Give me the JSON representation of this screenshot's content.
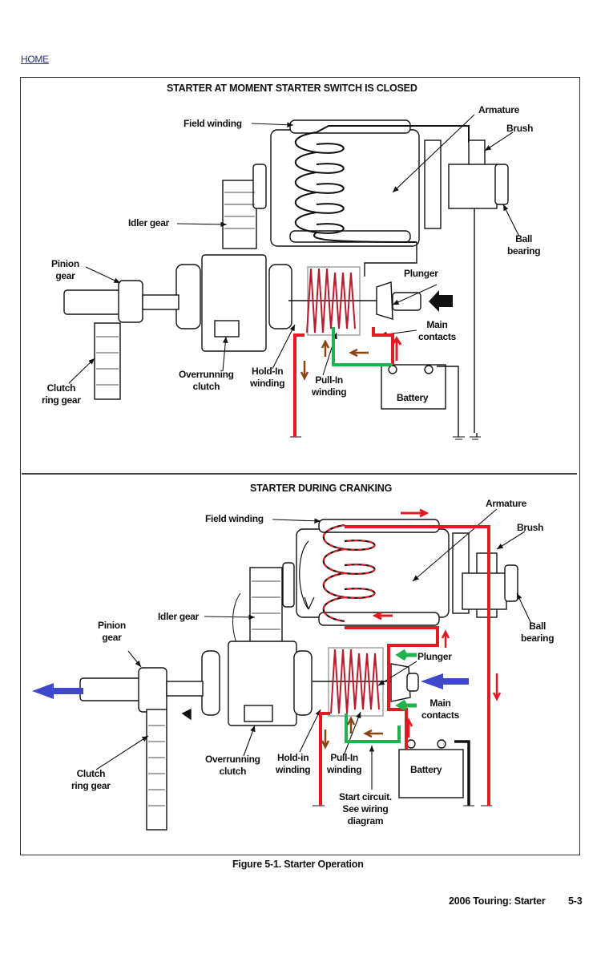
{
  "nav": {
    "home_link": "HOME"
  },
  "colors": {
    "current_path": "#e01b24",
    "pull_in_path": "#22b14c",
    "motion_arrow": "#3f48cc",
    "flow_arrow": "#8b4513",
    "line_art": "#111111"
  },
  "panels": [
    {
      "title": "STARTER AT MOMENT STARTER SWITCH IS CLOSED",
      "labels": {
        "field_winding": "Field winding",
        "armature": "Armature",
        "brush": "Brush",
        "ball_bearing_1": "Ball",
        "ball_bearing_2": "bearing",
        "idler_gear": "Idler gear",
        "pinion_gear_1": "Pinion",
        "pinion_gear_2": "gear",
        "plunger": "Plunger",
        "main_contacts_1": "Main",
        "main_contacts_2": "contacts",
        "overrunning_clutch_1": "Overrunning",
        "overrunning_clutch_2": "clutch",
        "hold_in_winding_1": "Hold-In",
        "hold_in_winding_2": "winding",
        "pull_in_winding_1": "Pull-In",
        "pull_in_winding_2": "winding",
        "battery": "Battery",
        "clutch_ring_gear_1": "Clutch",
        "clutch_ring_gear_2": "ring gear"
      }
    },
    {
      "title": "STARTER DURING CRANKING",
      "labels": {
        "field_winding": "Field winding",
        "armature": "Armature",
        "brush": "Brush",
        "ball_bearing_1": "Ball",
        "ball_bearing_2": "bearing",
        "idler_gear": "Idler gear",
        "pinion_gear_1": "Pinion",
        "pinion_gear_2": "gear",
        "plunger": "Plunger",
        "main_contacts_1": "Main",
        "main_contacts_2": "contacts",
        "overrunning_clutch_1": "Overrunning",
        "overrunning_clutch_2": "clutch",
        "hold_in_winding_1": "Hold-in",
        "hold_in_winding_2": "winding",
        "pull_in_winding_1": "Pull-In",
        "pull_in_winding_2": "winding",
        "battery": "Battery",
        "clutch_ring_gear_1": "Clutch",
        "clutch_ring_gear_2": "ring gear",
        "start_circuit_1": "Start circuit.",
        "start_circuit_2": "See wiring",
        "start_circuit_3": "diagram"
      }
    }
  ],
  "figure_caption": "Figure 5-1. Starter Operation",
  "footer": {
    "section": "2006 Touring: Starter",
    "page": "5-3"
  }
}
